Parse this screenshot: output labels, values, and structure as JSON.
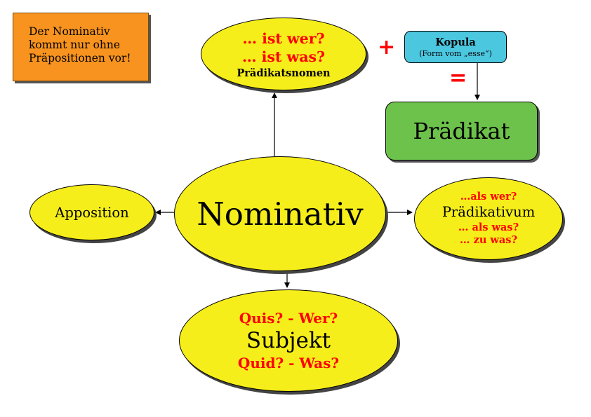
{
  "note": {
    "lines": [
      "Der Nominativ",
      "kommt nur ohne",
      "Präpositionen vor!"
    ]
  },
  "praedikatsnomen": {
    "questions": [
      "… ist wer?",
      "… ist was?"
    ],
    "label": "Prädikatsnomen"
  },
  "kopula": {
    "title": "Kopula",
    "subtitle": "(Form vom „esse“)"
  },
  "plus_sign": "+",
  "equals_sign": "=",
  "praedikat": {
    "label": "Prädikat"
  },
  "nominativ": {
    "label": "Nominativ"
  },
  "apposition": {
    "label": "Apposition"
  },
  "praedikativum": {
    "question_top": "…als wer?",
    "label": "Prädikativum",
    "questions_bottom": [
      "… als was?",
      "… zu was?"
    ]
  },
  "subjekt": {
    "question_top": "Quis? - Wer?",
    "label": "Subjekt",
    "question_bottom": "Quid? - Was?"
  },
  "colors": {
    "ellipse_fill": "#f6ee1a",
    "note_fill": "#f7931e",
    "kopula_fill": "#4cc7e0",
    "praedikat_fill": "#6cc24a",
    "question_text": "#ff0000"
  }
}
